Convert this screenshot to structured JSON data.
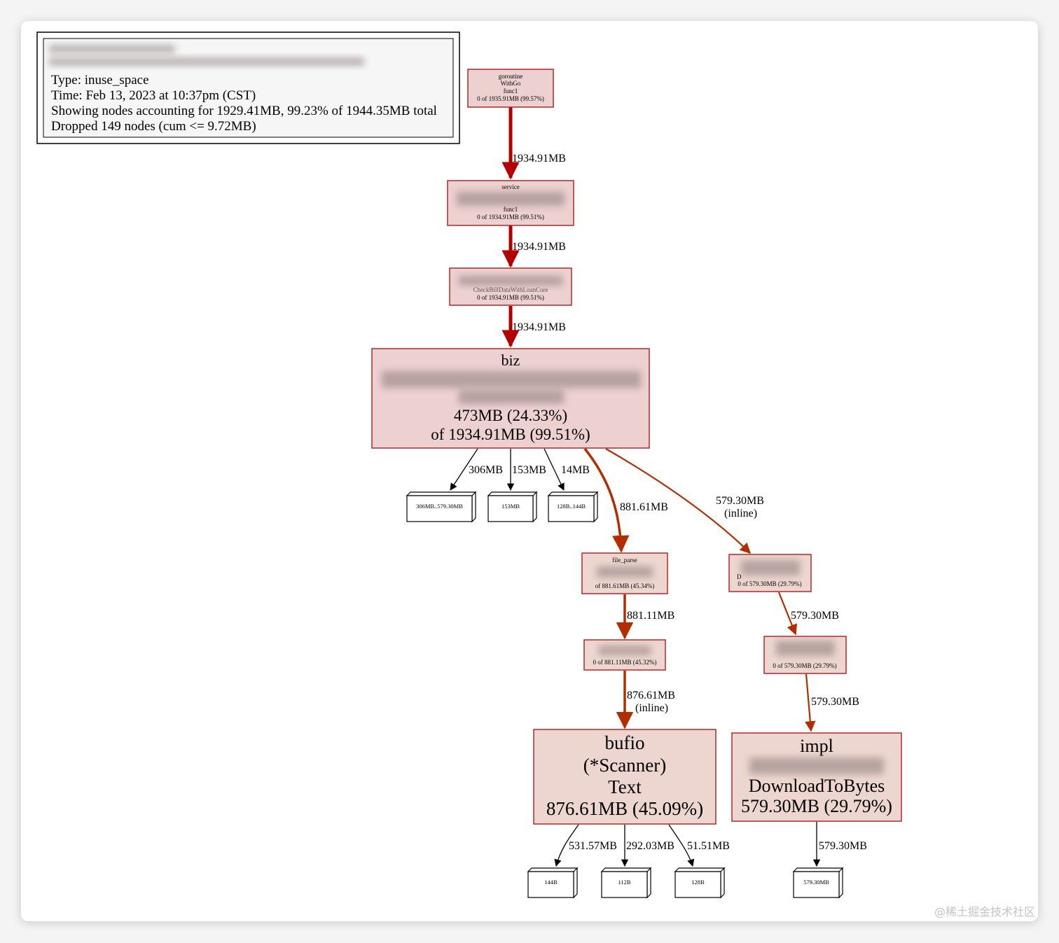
{
  "legend": {
    "line_type": "Type: inuse_space",
    "line_time": "Time: Feb 13, 2023 at 10:37pm (CST)",
    "line_showing": "Showing nodes accounting for 1929.41MB, 99.23% of 1944.35MB total",
    "line_dropped": "Dropped 149 nodes (cum <= 9.72MB)"
  },
  "nodes": {
    "goroutine": {
      "lines": [
        "goroutine",
        "WithGo",
        "func1"
      ],
      "stat": "0 of 1935.91MB (99.57%)"
    },
    "service": {
      "lines": [
        "service",
        "func1"
      ],
      "stat": "0 of 1934.91MB (99.51%)"
    },
    "check": {
      "lines": [
        "CheckBillDataWithLoanCore"
      ],
      "stat": "0 of 1934.91MB (99.51%)"
    },
    "biz": {
      "lines": [
        "biz"
      ],
      "flat": "473MB (24.33%)",
      "cum": "of 1934.91MB (99.51%)"
    },
    "file_parse": {
      "lines": [
        "file_parse"
      ],
      "stat": "of 881.61MB (45.34%)"
    },
    "blurred_a": {
      "stat": "0 of 881.11MB (45.32%)"
    },
    "bufio": {
      "lines": [
        "bufio",
        "(*Scanner)",
        "Text"
      ],
      "flat": "876.61MB (45.09%)"
    },
    "right_1": {
      "lines": [
        "D"
      ],
      "stat": "0 of 579.30MB (29.79%)"
    },
    "right_2": {
      "stat": "0 of 579.30MB (29.79%)"
    },
    "impl": {
      "lines": [
        "impl",
        "DownloadToBytes"
      ],
      "flat": "579.30MB (29.79%)"
    }
  },
  "leaves": {
    "biz_1": "306MB..579.30MB",
    "biz_2": "153MB",
    "biz_3": "128B..144B",
    "bufio_1": "144B",
    "bufio_2": "112B",
    "bufio_3": "128B",
    "impl_1": "579.30MB"
  },
  "edges": {
    "e1": "1934.91MB",
    "e2": "1934.91MB",
    "e3": "1934.91MB",
    "biz_l1": "306MB",
    "biz_l2": "153MB",
    "biz_l3": "14MB",
    "biz_fp": "881.61MB",
    "biz_r": "579.30MB",
    "biz_r_inline": "(inline)",
    "fp_a": "881.11MB",
    "a_bufio": "876.61MB",
    "a_bufio_inline": "(inline)",
    "r1_r2": "579.30MB",
    "r2_impl": "579.30MB",
    "bufio_l1": "531.57MB",
    "bufio_l2": "292.03MB",
    "bufio_l3": "51.51MB",
    "impl_l1": "579.30MB"
  },
  "colors": {
    "node_fill": "#edd0d0",
    "node_fill_light": "#edd6cf",
    "node_stroke": "#b2292a",
    "edge_hot": "#b20000",
    "edge_warm": "#b22e00",
    "edge_cold": "#000000"
  },
  "watermark": "@稀土掘金技术社区"
}
